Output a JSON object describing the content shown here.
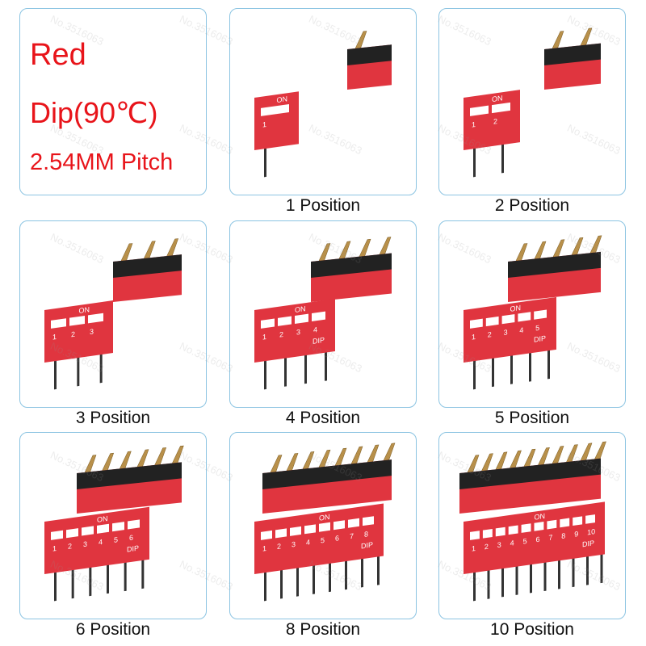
{
  "intro": {
    "color": "Red",
    "type": "Dip(90℃)",
    "pitch": "2.54MM Pitch"
  },
  "products": [
    {
      "label": "1 Position",
      "positions": 1
    },
    {
      "label": "2 Position",
      "positions": 2
    },
    {
      "label": "3 Position",
      "positions": 3
    },
    {
      "label": "4 Position",
      "positions": 4
    },
    {
      "label": "5 Position",
      "positions": 5
    },
    {
      "label": "6 Position",
      "positions": 6
    },
    {
      "label": "8 Position",
      "positions": 8
    },
    {
      "label": "10 Position",
      "positions": 10
    }
  ],
  "switch_text": {
    "on": "ON",
    "dip": "DIP"
  },
  "watermark": "No.3516063",
  "colors": {
    "red": "#e8141a",
    "switch_body": "#e0353f",
    "border": "#8cc4e2",
    "pin": "#b8904a"
  }
}
